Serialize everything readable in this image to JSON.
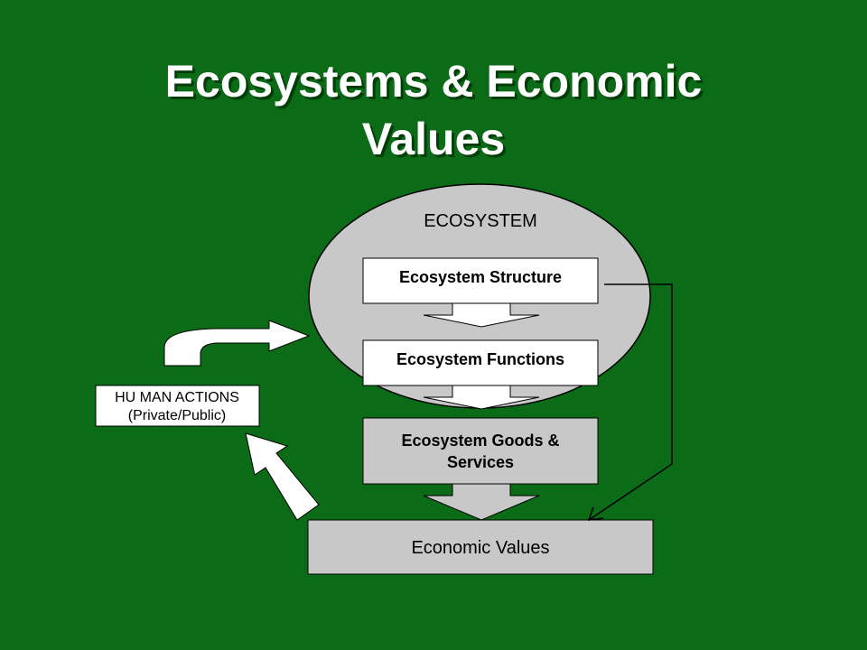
{
  "slide": {
    "title_line1": "Ecosystems & Economic",
    "title_line2": "Values"
  },
  "diagram": {
    "ecosystem_label": "ECOSYSTEM",
    "structure_label": "Ecosystem Structure",
    "functions_label": "Ecosystem Functions",
    "goods_label_line1": "Ecosystem Goods &",
    "goods_label_line2": "Services",
    "economic_label": "Economic Values",
    "human_label_line1": "HU MAN ACTIONS",
    "human_label_line2": "(Private/Public)"
  },
  "colors": {
    "background": "#0b6b17",
    "box_fill": "#c8c8c8",
    "title_text": "#ffffff"
  }
}
